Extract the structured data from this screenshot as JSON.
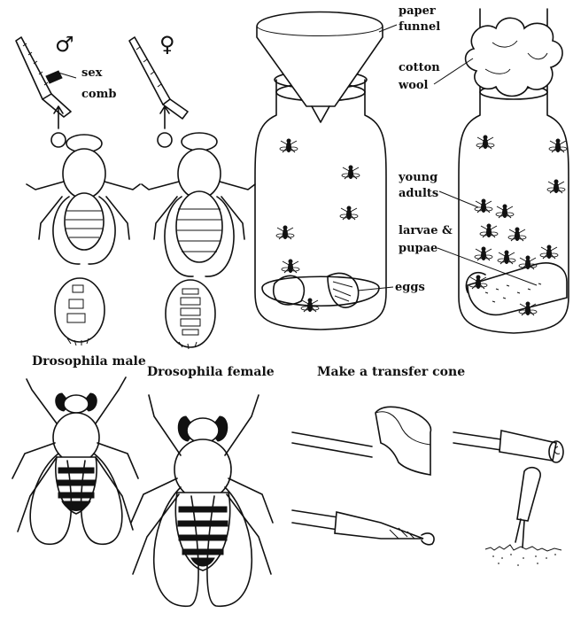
{
  "labels": {
    "male_symbol": "♂",
    "female_symbol": "♀",
    "sex_comb_1": "sex",
    "sex_comb_2": "comb",
    "paper_funnel_1": "paper",
    "paper_funnel_2": "funnel",
    "cotton_wool_1": "cotton",
    "cotton_wool_2": "wool",
    "young_adults_1": "young",
    "young_adults_2": "adults",
    "larvae_pupae_1": "larvae &",
    "larvae_pupae_2": "pupae",
    "eggs": "eggs",
    "drosophila_male": "Drosophila male",
    "drosophila_female": "Drosophila female",
    "transfer_cone": "Make a transfer cone"
  },
  "colors": {
    "ink": "#111111",
    "paper": "#ffffff"
  },
  "icons": [
    "male-symbol",
    "female-symbol",
    "arrow-up",
    "fly",
    "cotton-plug",
    "paper-funnel"
  ]
}
